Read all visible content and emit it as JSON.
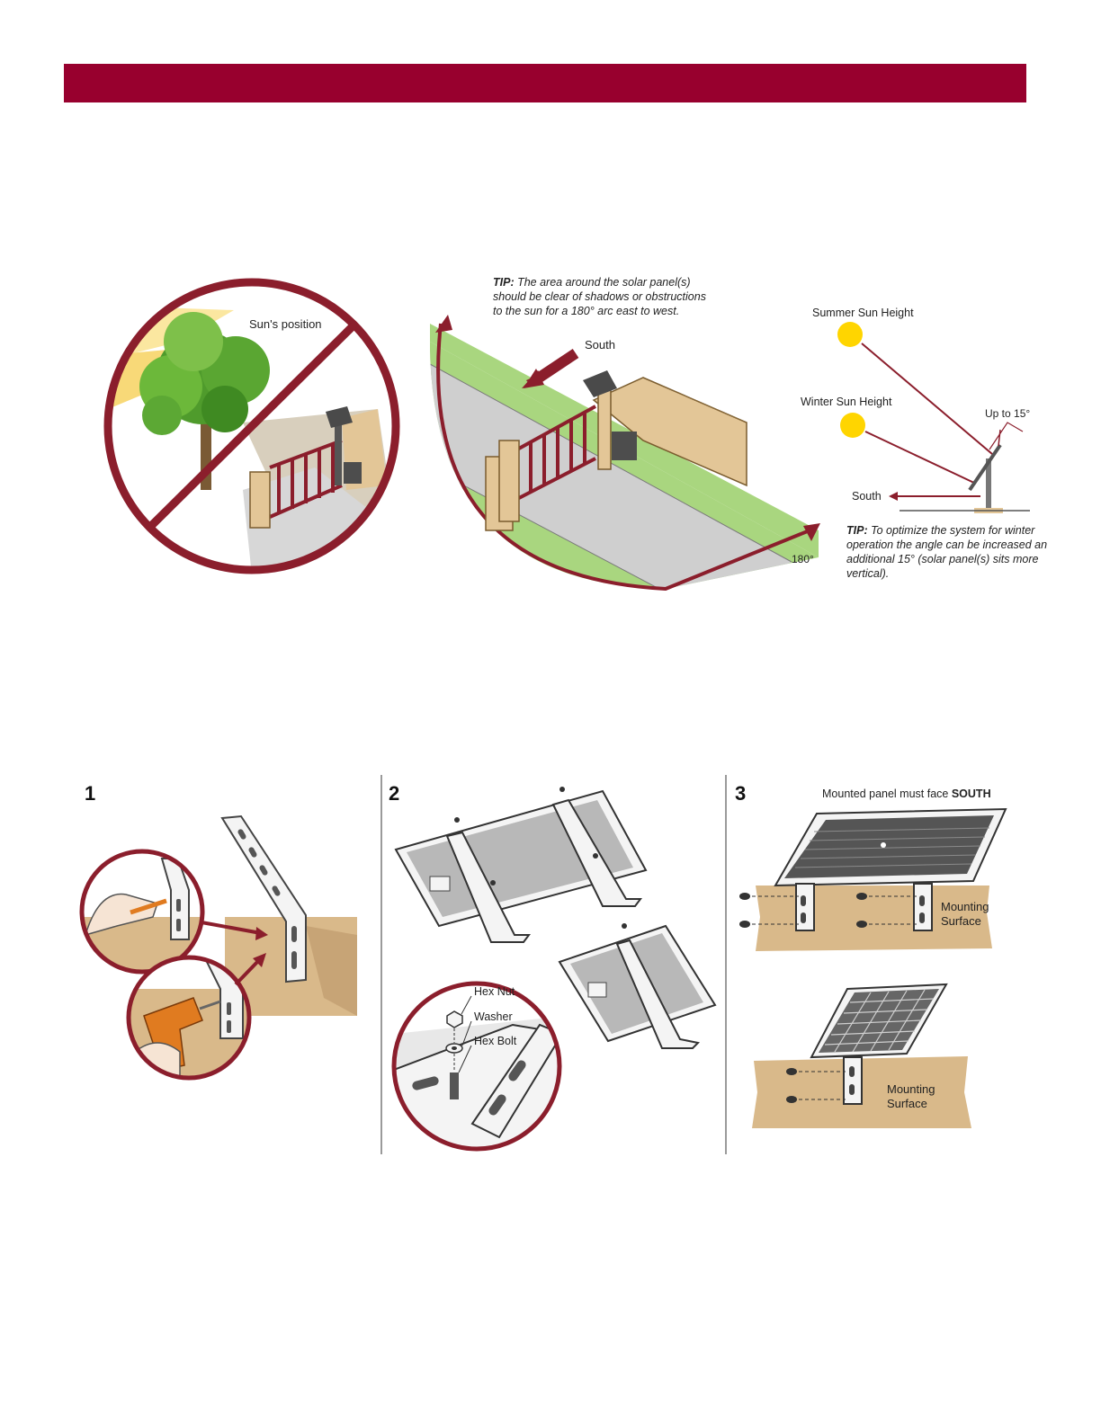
{
  "colors": {
    "brand_bar": "#98002e",
    "arrow_red": "#8b1e2c",
    "grass": "#a9d67f",
    "pavement": "#cfcfcf",
    "wall": "#e3c697",
    "ground": "#d9b98a",
    "sun": "#ffd500"
  },
  "figure_top": {
    "left": {
      "sun_label": "Sun's position"
    },
    "middle": {
      "tip_prefix": "TIP:",
      "tip_lines": [
        "The area around the solar panel(s)",
        "should be clear of shadows or obstructions",
        "to the sun for a 180° arc east to west."
      ],
      "south_label": "South",
      "arc_label": "180°"
    },
    "right": {
      "summer_label": "Summer Sun Height",
      "winter_label": "Winter Sun Height",
      "angle_label": "Up to 15°",
      "south_label": "South",
      "tip_prefix": "TIP:",
      "tip_lines": [
        "To optimize the system for winter",
        "operation the angle can be increased an",
        "additional 15° (solar panel(s) sits more",
        "vertical)."
      ]
    }
  },
  "steps": [
    {
      "number": "1"
    },
    {
      "number": "2",
      "hex_nut_label": "Hex Nut",
      "washer_label": "Washer",
      "hex_bolt_label": "Hex Bolt"
    },
    {
      "number": "3",
      "face_prefix": "Mounted panel must face ",
      "face_emphasis": "SOUTH",
      "surface_label_1": "Mounting",
      "surface_label_2": "Surface"
    }
  ]
}
